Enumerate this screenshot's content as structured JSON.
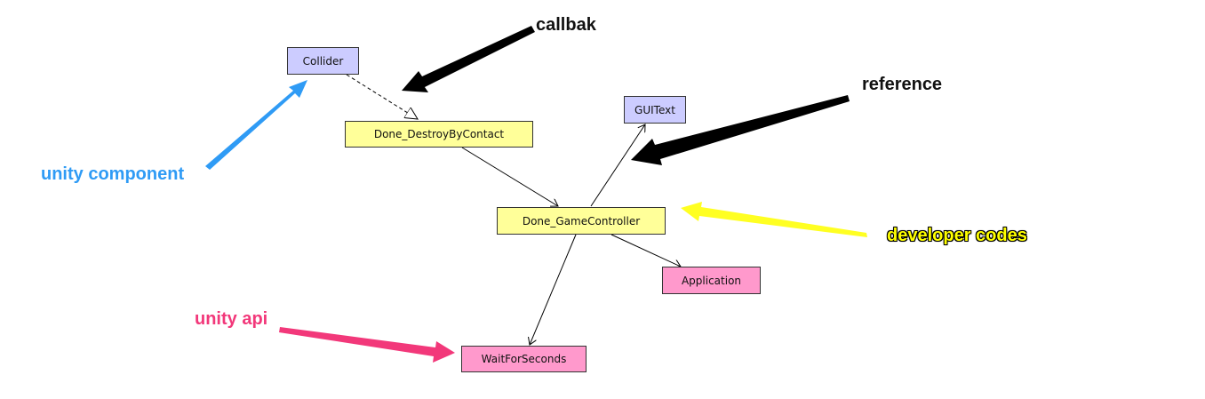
{
  "nodes": {
    "collider": "Collider",
    "destroy": "Done_DestroyByContact",
    "guitext": "GUIText",
    "gamecontroller": "Done_GameController",
    "application": "Application",
    "waitforseconds": "WaitForSeconds"
  },
  "annotations": {
    "callback": "callbak",
    "reference": "reference",
    "unity_component": "unity component",
    "developer_codes": "developer codes",
    "unity_api": "unity api"
  },
  "colors": {
    "unity_component": "#ccccff",
    "developer_code": "#ffff99",
    "unity_api": "#ff99cc",
    "annotation_blue": "#2f9bf5",
    "annotation_yellow": "#ffff00",
    "annotation_pink": "#f2387a"
  }
}
